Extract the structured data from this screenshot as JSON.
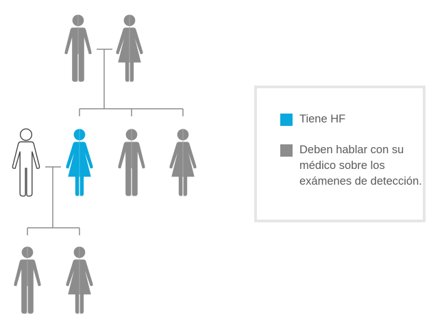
{
  "colors": {
    "affected": "#0aa8dc",
    "at_risk": "#8c8c8c",
    "outline": "#444444",
    "line": "#8a8a8a"
  },
  "legend": {
    "affected_label": "Tiene HF",
    "at_risk_label": "Deben hablar con su médico sobre los exámenes de detección."
  },
  "people": [
    {
      "generation": "grandparents",
      "sex": "male",
      "status": "at_risk"
    },
    {
      "generation": "grandparents",
      "sex": "female",
      "status": "at_risk"
    },
    {
      "generation": "parents",
      "sex": "male",
      "status": "unaffected_spouse"
    },
    {
      "generation": "parents",
      "sex": "female",
      "status": "affected"
    },
    {
      "generation": "parents",
      "sex": "male",
      "status": "at_risk"
    },
    {
      "generation": "parents",
      "sex": "female",
      "status": "at_risk"
    },
    {
      "generation": "children",
      "sex": "male",
      "status": "at_risk"
    },
    {
      "generation": "children",
      "sex": "female",
      "status": "at_risk"
    }
  ]
}
